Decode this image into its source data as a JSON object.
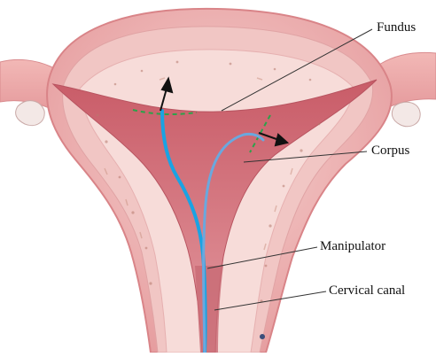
{
  "labels": {
    "fundus": "Fundus",
    "corpus": "Corpus",
    "manipulator": "Manipulator",
    "cervical_canal": "Cervical canal"
  },
  "colors": {
    "tissue_outer": "#e8a3a3",
    "tissue_mid": "#f0c2c0",
    "endometrium": "#f6d6d3",
    "cavity": "#d9777f",
    "manipulator_line": "#1aa3e3",
    "dashed_marker": "#2ca24a",
    "arrow": "#111111",
    "leader_line": "#333333"
  }
}
